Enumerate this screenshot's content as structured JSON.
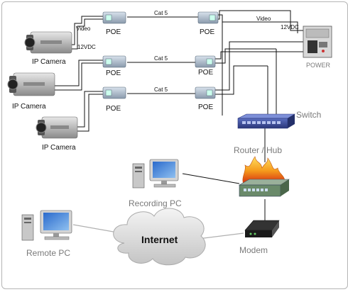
{
  "labels": {
    "video_1": "Video",
    "video_2": "Video",
    "vdc_1": "12VDC",
    "vdc_2": "12VDC",
    "poe": "POE",
    "cat5": "Cat 5",
    "ip_camera": "IP Camera",
    "power": "POWER",
    "switch": "Switch",
    "router_hub": "Router / Hub",
    "recording_pc": "Recording PC",
    "internet": "Internet",
    "modem": "Modem",
    "remote_pc": "Remote PC"
  },
  "colors": {
    "wire": "#111111",
    "gray_wire": "#b0b0b0",
    "gray_text": "#7a7a7a",
    "switch_blue": "#3a4c9c",
    "flame_orange": "#f09020",
    "router_green": "#6a8a6a"
  }
}
